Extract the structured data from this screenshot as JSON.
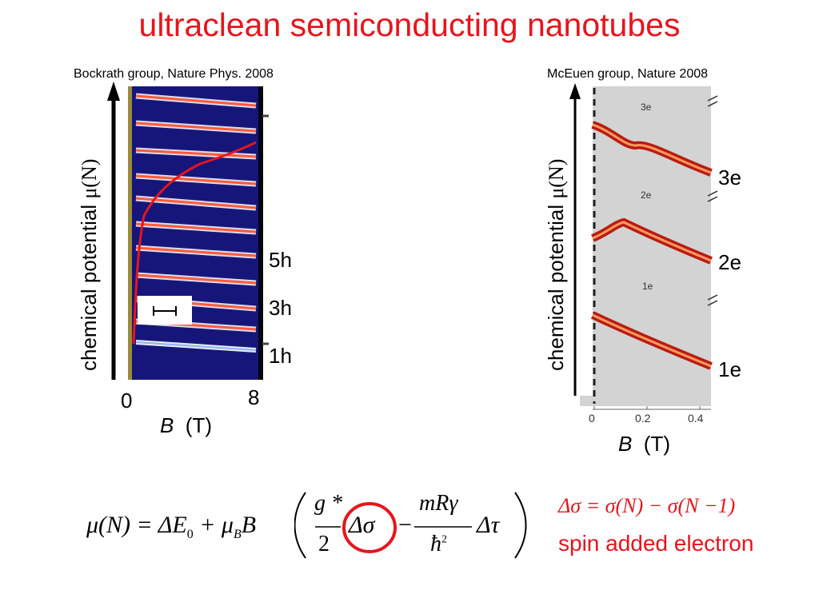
{
  "title": "ultraclean semiconducting nanotubes",
  "left_panel": {
    "citation": "Bockrath group, Nature Phys. 2008",
    "ylabel_text": "chemical potential ",
    "ylabel_mu": "μ",
    "ylabel_arg": "(N)",
    "x_min": "0",
    "x_max": "8",
    "xlabel_var": "B",
    "xlabel_unit": "(T)",
    "hole_labels": [
      "5h",
      "3h",
      "1h"
    ]
  },
  "right_panel": {
    "citation": "McEuen group, Nature 2008",
    "ylabel_text": "chemical potential ",
    "ylabel_mu": "μ",
    "ylabel_arg": "(N)",
    "x_ticks": [
      "0",
      "0.2",
      "0.4"
    ],
    "xlabel_var": "B",
    "xlabel_unit": "(T)",
    "inner_labels": [
      "3e",
      "2e",
      "1e"
    ],
    "electron_labels": [
      "3e",
      "2e",
      "1e"
    ]
  },
  "equation": {
    "lhs": "μ(N) = ΔE",
    "sub0": "0",
    "plus": " + μ",
    "subB": "B",
    "B": "B",
    "frac1_num": "g *",
    "frac1_den": "2",
    "delta_sigma": "Δσ",
    "minus": "−",
    "frac2_num": "mRγ",
    "frac2_den": "ħ",
    "frac2_den_sup": "2",
    "delta_tau": "Δτ"
  },
  "definition": {
    "formula": "Δσ = σ(N) − σ(N −1)",
    "caption": "spin added electron"
  }
}
